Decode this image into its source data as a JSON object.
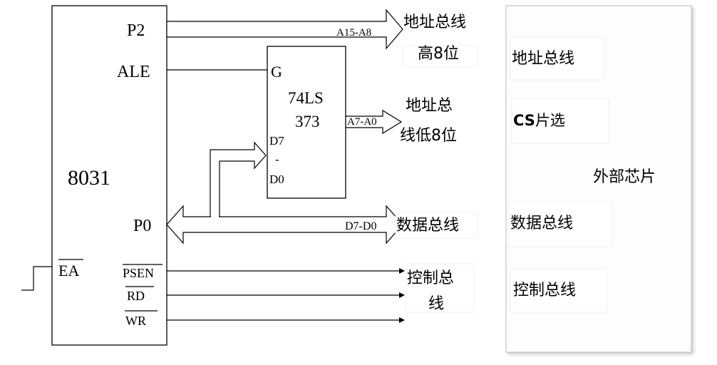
{
  "mcu": {
    "name": "8031",
    "port_p2": "P2",
    "port_ale": "ALE",
    "port_p0": "P0",
    "pin_ea": "EA",
    "pin_psen": "PSEN",
    "pin_rd": "RD",
    "pin_wr": "WR"
  },
  "latch": {
    "pin_g": "G",
    "name_line1": "74LS",
    "name_line2": "373",
    "pin_d7": "D7",
    "pin_dash": "-",
    "pin_d0": "D0"
  },
  "buses": {
    "high_addr_signal": "A15-A8",
    "high_addr_label_line1": "地址总线",
    "high_addr_label_line2": "高8位",
    "low_addr_signal": "A7-A0",
    "low_addr_label_line1": "地址总",
    "low_addr_label_line2": "线低8位",
    "data_signal": "D7-D0",
    "data_label": "数据总线",
    "control_label_line1": "控制总",
    "control_label_line2": "线"
  },
  "external_chip": {
    "title": "外部芯片",
    "addr_bus": "地址总线",
    "cs_prefix": "CS",
    "cs_suffix": "片选",
    "data_bus": "数据总线",
    "control_bus": "控制总线"
  }
}
